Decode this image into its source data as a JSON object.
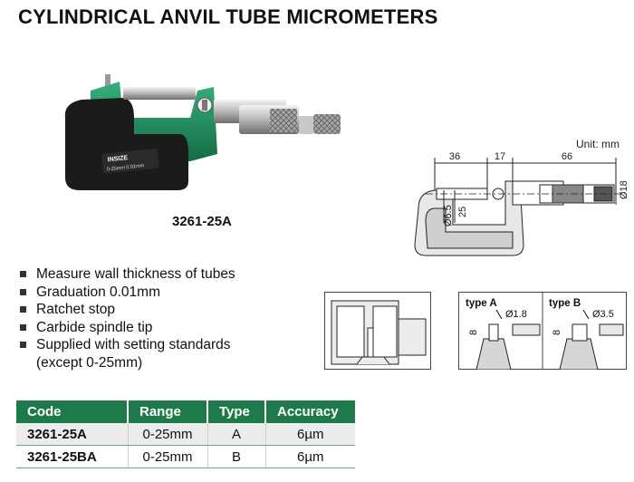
{
  "page": {
    "title": "CYLINDRICAL ANVIL TUBE MICROMETERS"
  },
  "photo": {
    "model": "3261-25A",
    "brand": "INSIZE",
    "frame_text": "0-25mm 0.01mm",
    "colors": {
      "frame": "#1f8a5c",
      "pad": "#1a1a1a"
    }
  },
  "drawing": {
    "unit": "Unit: mm",
    "dims": {
      "a": "36",
      "b": "17",
      "c": "66",
      "d": "Ø18",
      "e": "Ø6.5",
      "f": "25"
    }
  },
  "features": [
    "Measure wall thickness of tubes",
    "Graduation 0.01mm",
    "Ratchet stop",
    "Carbide spindle tip",
    "Supplied with setting standards",
    "(except 0-25mm)"
  ],
  "types": {
    "a": {
      "label": "type A",
      "diameter": "Ø1.8",
      "height": "8"
    },
    "b": {
      "label": "type B",
      "diameter": "Ø3.5",
      "height": "8"
    }
  },
  "table": {
    "headers": [
      "Code",
      "Range",
      "Type",
      "Accuracy"
    ],
    "rows": [
      [
        "3261-25A",
        "0-25mm",
        "A",
        "6µm"
      ],
      [
        "3261-25BA",
        "0-25mm",
        "B",
        "6µm"
      ]
    ],
    "header_color": "#1e7a4a"
  }
}
